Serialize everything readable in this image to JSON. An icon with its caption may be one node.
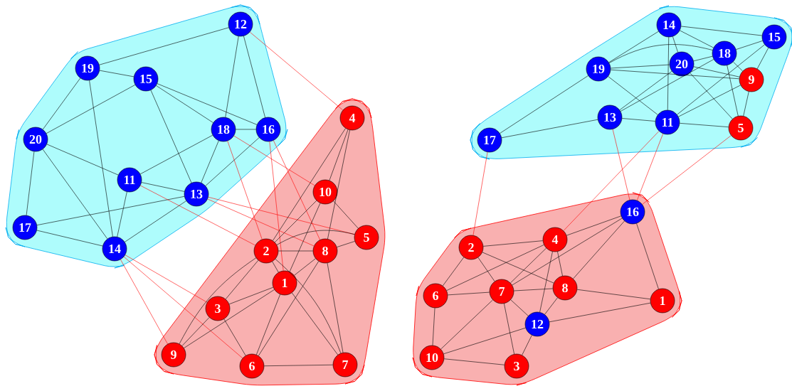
{
  "diagram": {
    "nodes": [
      {
        "text": [],
        "shape": "blob"
      },
      {
        "text": [],
        "shape": "blob"
      },
      {
        "text": [],
        "shape": "blob"
      },
      {
        "text": [],
        "shape": "blob"
      },
      {
        "text": [
          "12"
        ],
        "in": 0
      },
      {
        "text": [
          "19"
        ],
        "in": 0
      },
      {
        "text": [
          "15"
        ],
        "in": 0
      },
      {
        "text": [
          "20"
        ],
        "in": 0
      },
      {
        "text": [
          "18"
        ],
        "in": 0
      },
      {
        "text": [
          "16"
        ],
        "in": 0
      },
      {
        "text": [
          "11"
        ],
        "in": 0
      },
      {
        "text": [
          "13"
        ],
        "in": 0
      },
      {
        "text": [
          "17"
        ],
        "in": 0
      },
      {
        "text": [
          "14"
        ],
        "in": 0
      },
      {
        "text": [
          "4"
        ],
        "in": 1
      },
      {
        "text": [
          "10"
        ],
        "in": 1
      },
      {
        "text": [
          "5"
        ],
        "in": 1
      },
      {
        "text": [
          "2"
        ],
        "in": 1
      },
      {
        "text": [
          "8"
        ],
        "in": 1
      },
      {
        "text": [
          "1"
        ],
        "in": 1
      },
      {
        "text": [
          "3"
        ],
        "in": 1
      },
      {
        "text": [
          "9"
        ],
        "in": 1
      },
      {
        "text": [
          "6"
        ],
        "in": 1
      },
      {
        "text": [
          "7"
        ],
        "in": 1
      },
      {
        "text": [
          "14"
        ],
        "in": 2
      },
      {
        "text": [
          "15"
        ],
        "in": 2
      },
      {
        "text": [
          "18"
        ],
        "in": 2
      },
      {
        "text": [
          "20"
        ],
        "in": 2
      },
      {
        "text": [
          "19"
        ],
        "in": 2
      },
      {
        "text": [
          "9"
        ],
        "in": 2
      },
      {
        "text": [
          "13"
        ],
        "in": 2
      },
      {
        "text": [
          "11"
        ],
        "in": 2
      },
      {
        "text": [
          "5"
        ],
        "in": 2
      },
      {
        "text": [
          "17"
        ],
        "in": 2
      },
      {
        "text": [
          "16"
        ],
        "in": 3
      },
      {
        "text": [
          "2"
        ],
        "in": 3
      },
      {
        "text": [
          "4"
        ],
        "in": 3
      },
      {
        "text": [
          "8"
        ],
        "in": 3
      },
      {
        "text": [
          "7"
        ],
        "in": 3
      },
      {
        "text": [
          "6"
        ],
        "in": 3
      },
      {
        "text": [
          "1"
        ],
        "in": 3
      },
      {
        "text": [
          "12"
        ],
        "in": 3
      },
      {
        "text": [
          "10"
        ],
        "in": 3
      },
      {
        "text": [
          "3"
        ],
        "in": 3
      }
    ],
    "edges": [
      {
        "from": 4,
        "to": 5,
        "arrow": "none"
      },
      {
        "from": 4,
        "to": 8,
        "arrow": "none"
      },
      {
        "from": 4,
        "to": 9,
        "arrow": "none"
      },
      {
        "from": 5,
        "to": 6,
        "arrow": "none"
      },
      {
        "from": 5,
        "to": 7,
        "arrow": "none"
      },
      {
        "from": 5,
        "to": 13,
        "arrow": "none"
      },
      {
        "from": 6,
        "to": 7,
        "arrow": "none"
      },
      {
        "from": 6,
        "to": 8,
        "arrow": "none"
      },
      {
        "from": 6,
        "to": 9,
        "arrow": "none"
      },
      {
        "from": 6,
        "to": 11,
        "arrow": "none"
      },
      {
        "from": 8,
        "to": 9,
        "arrow": "none"
      },
      {
        "from": 8,
        "to": 10,
        "arrow": "none"
      },
      {
        "from": 8,
        "to": 11,
        "arrow": "none"
      },
      {
        "from": 9,
        "to": 11,
        "arrow": "none"
      },
      {
        "from": 7,
        "to": 10,
        "arrow": "none"
      },
      {
        "from": 7,
        "to": 12,
        "arrow": "none"
      },
      {
        "from": 7,
        "to": 13,
        "arrow": "none"
      },
      {
        "from": 10,
        "to": 11,
        "arrow": "none"
      },
      {
        "from": 10,
        "to": 13,
        "arrow": "none"
      },
      {
        "from": 11,
        "to": 12,
        "arrow": "none"
      },
      {
        "from": 11,
        "to": 13,
        "arrow": "none"
      },
      {
        "from": 12,
        "to": 13,
        "arrow": "none"
      },
      {
        "from": 4,
        "to": 14,
        "arrow": "none",
        "color": "#ff0000"
      },
      {
        "from": 8,
        "to": 17,
        "arrow": "none",
        "color": "#ff0000"
      },
      {
        "from": 8,
        "to": 15,
        "arrow": "none",
        "color": "#ff0000"
      },
      {
        "from": 9,
        "to": 19,
        "arrow": "none",
        "color": "#ff0000"
      },
      {
        "from": 9,
        "to": 18,
        "arrow": "none",
        "color": "#ff0000"
      },
      {
        "from": 10,
        "to": 17,
        "arrow": "none",
        "color": "#ff0000"
      },
      {
        "from": 11,
        "to": 16,
        "arrow": "none",
        "color": "#ff0000"
      },
      {
        "from": 11,
        "to": 18,
        "arrow": "none",
        "color": "#ff0000"
      },
      {
        "from": 13,
        "to": 21,
        "arrow": "none",
        "color": "#ff0000"
      },
      {
        "from": 13,
        "to": 20,
        "arrow": "none",
        "color": "#ff0000"
      },
      {
        "from": 13,
        "to": 22,
        "arrow": "none",
        "color": "#ff0000"
      },
      {
        "from": 14,
        "to": 17,
        "arrow": "none"
      },
      {
        "from": 14,
        "to": 15,
        "arrow": "none"
      },
      {
        "from": 14,
        "to": 18,
        "arrow": "none"
      },
      {
        "from": 15,
        "to": 16,
        "arrow": "none"
      },
      {
        "from": 15,
        "to": 17,
        "arrow": "none"
      },
      {
        "from": 15,
        "to": 19,
        "arrow": "none"
      },
      {
        "from": 17,
        "to": 18,
        "arrow": "none"
      },
      {
        "from": 17,
        "to": 16,
        "arrow": "none"
      },
      {
        "from": 18,
        "to": 16,
        "arrow": "none"
      },
      {
        "from": 19,
        "to": 18,
        "arrow": "none"
      },
      {
        "from": 17,
        "to": 19,
        "arrow": "none"
      },
      {
        "from": 17,
        "to": 20,
        "arrow": "none"
      },
      {
        "from": 17,
        "to": 21,
        "arrow": "none"
      },
      {
        "from": 20,
        "to": 19,
        "arrow": "none"
      },
      {
        "from": 21,
        "to": 19,
        "arrow": "none"
      },
      {
        "from": 20,
        "to": 21,
        "arrow": "none"
      },
      {
        "from": 20,
        "to": 22,
        "arrow": "none"
      },
      {
        "from": 19,
        "to": 22,
        "arrow": "none"
      },
      {
        "from": 18,
        "to": 22,
        "arrow": "none"
      },
      {
        "from": 19,
        "to": 23,
        "arrow": "none"
      },
      {
        "from": 17,
        "to": 23,
        "arrow": "none"
      },
      {
        "from": 22,
        "to": 23,
        "arrow": "none"
      },
      {
        "from": 18,
        "to": 23,
        "arrow": "none"
      },
      {
        "from": 24,
        "to": 25,
        "arrow": "none"
      },
      {
        "from": 24,
        "to": 28,
        "arrow": "none"
      },
      {
        "from": 24,
        "to": 26,
        "arrow": "none"
      },
      {
        "from": 24,
        "to": 27,
        "arrow": "none"
      },
      {
        "from": 24,
        "to": 31,
        "arrow": "none"
      },
      {
        "from": 25,
        "to": 26,
        "arrow": "none"
      },
      {
        "from": 25,
        "to": 29,
        "arrow": "none"
      },
      {
        "from": 25,
        "to": 31,
        "arrow": "none"
      },
      {
        "from": 26,
        "to": 27,
        "arrow": "none"
      },
      {
        "from": 26,
        "to": 28,
        "arrow": "none"
      },
      {
        "from": 26,
        "to": 29,
        "arrow": "none"
      },
      {
        "from": 26,
        "to": 32,
        "arrow": "none"
      },
      {
        "from": 26,
        "to": 30,
        "arrow": "none"
      },
      {
        "from": 27,
        "to": 30,
        "arrow": "none"
      },
      {
        "from": 27,
        "to": 29,
        "arrow": "none"
      },
      {
        "from": 27,
        "to": 32,
        "arrow": "none"
      },
      {
        "from": 28,
        "to": 27,
        "arrow": "none"
      },
      {
        "from": 28,
        "to": 29,
        "arrow": "none"
      },
      {
        "from": 28,
        "to": 31,
        "arrow": "none"
      },
      {
        "from": 28,
        "to": 33,
        "arrow": "none"
      },
      {
        "from": 30,
        "to": 31,
        "arrow": "none"
      },
      {
        "from": 30,
        "to": 33,
        "arrow": "none"
      },
      {
        "from": 31,
        "to": 29,
        "arrow": "none"
      },
      {
        "from": 31,
        "to": 32,
        "arrow": "none"
      },
      {
        "from": 29,
        "to": 32,
        "arrow": "none"
      },
      {
        "from": 33,
        "to": 35,
        "arrow": "none",
        "color": "#ff0000"
      },
      {
        "from": 30,
        "to": 34,
        "arrow": "none",
        "color": "#ff0000"
      },
      {
        "from": 31,
        "to": 36,
        "arrow": "none",
        "color": "#ff0000"
      },
      {
        "from": 31,
        "to": 34,
        "arrow": "none",
        "color": "#ff0000"
      },
      {
        "from": 32,
        "to": 34,
        "arrow": "none",
        "color": "#ff0000"
      },
      {
        "from": 35,
        "to": 36,
        "arrow": "none"
      },
      {
        "from": 35,
        "to": 39,
        "arrow": "none"
      },
      {
        "from": 35,
        "to": 38,
        "arrow": "none"
      },
      {
        "from": 35,
        "to": 37,
        "arrow": "none"
      },
      {
        "from": 36,
        "to": 34,
        "arrow": "none"
      },
      {
        "from": 36,
        "to": 39,
        "arrow": "none"
      },
      {
        "from": 36,
        "to": 38,
        "arrow": "none"
      },
      {
        "from": 36,
        "to": 41,
        "arrow": "none"
      },
      {
        "from": 36,
        "to": 37,
        "arrow": "none"
      },
      {
        "from": 34,
        "to": 38,
        "arrow": "none"
      },
      {
        "from": 34,
        "to": 37,
        "arrow": "none"
      },
      {
        "from": 34,
        "to": 40,
        "arrow": "none"
      },
      {
        "from": 39,
        "to": 38,
        "arrow": "none"
      },
      {
        "from": 39,
        "to": 42,
        "arrow": "none"
      },
      {
        "from": 38,
        "to": 37,
        "arrow": "none"
      },
      {
        "from": 38,
        "to": 41,
        "arrow": "none"
      },
      {
        "from": 38,
        "to": 42,
        "arrow": "none"
      },
      {
        "from": 38,
        "to": 43,
        "arrow": "none"
      },
      {
        "from": 37,
        "to": 41,
        "arrow": "none"
      },
      {
        "from": 37,
        "to": 40,
        "arrow": "none"
      },
      {
        "from": 41,
        "to": 40,
        "arrow": "none"
      },
      {
        "from": 41,
        "to": 42,
        "arrow": "none"
      },
      {
        "from": 41,
        "to": 43,
        "arrow": "none"
      },
      {
        "from": 42,
        "to": 43,
        "arrow": "none"
      }
    ]
  }
}
